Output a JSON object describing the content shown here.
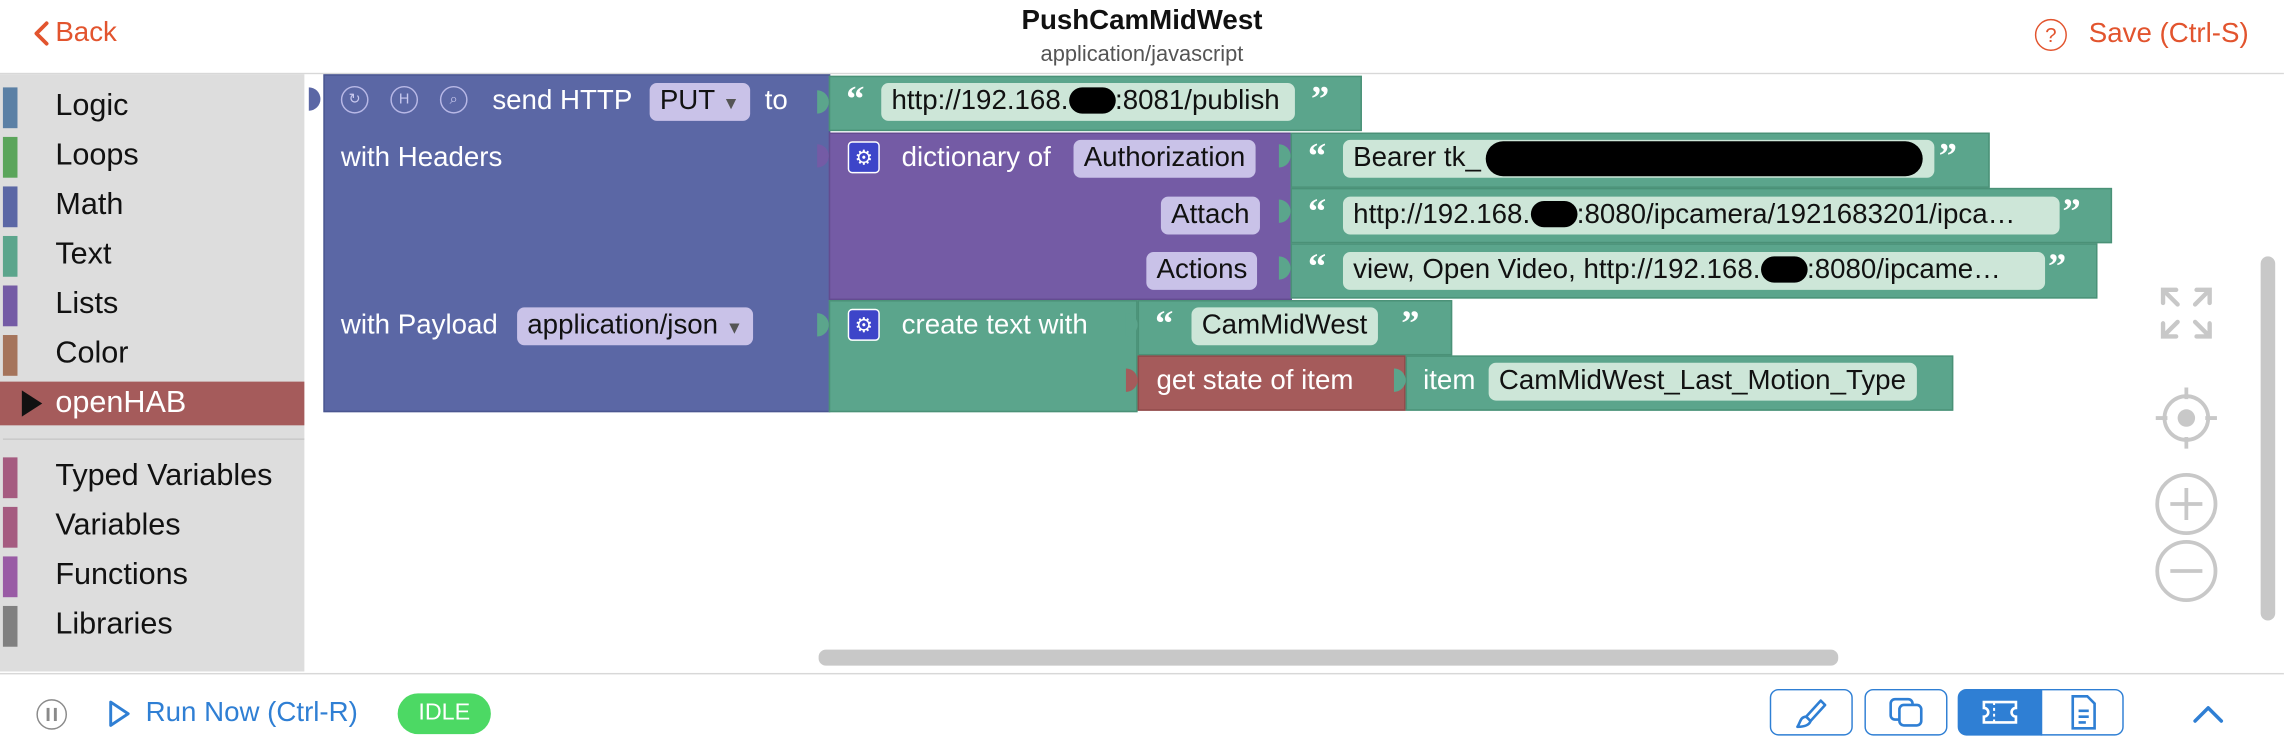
{
  "header": {
    "back_label": "Back",
    "title": "PushCamMidWest",
    "subtitle": "application/javascript",
    "save_label": "Save (Ctrl-S)",
    "help_glyph": "?"
  },
  "toolbox": {
    "categories": [
      {
        "label": "Logic",
        "color": "#5b80a5"
      },
      {
        "label": "Loops",
        "color": "#5ba55b"
      },
      {
        "label": "Math",
        "color": "#5b67a5"
      },
      {
        "label": "Text",
        "color": "#5ba58c"
      },
      {
        "label": "Lists",
        "color": "#745ba5"
      },
      {
        "label": "Color",
        "color": "#a5745b"
      },
      {
        "label": "openHAB",
        "color": "#a55b5b",
        "selected": true
      },
      {
        "label": "Typed Variables",
        "color": "#a55b80"
      },
      {
        "label": "Variables",
        "color": "#a55b80"
      },
      {
        "label": "Functions",
        "color": "#995ba5"
      },
      {
        "label": "Libraries",
        "color": "#808080"
      }
    ]
  },
  "blocks": {
    "http": {
      "send_label": "send HTTP",
      "method": "PUT",
      "to_label": "to",
      "url": "http://192.168.",
      "url_tail": ":8081/publish",
      "headers_label": "with Headers",
      "payload_label": "with Payload",
      "content_type": "application/json"
    },
    "dict": {
      "label": "dictionary of",
      "keys": [
        "Authorization",
        "Attach",
        "Actions"
      ],
      "values": [
        {
          "head": "Bearer tk_",
          "tail": ""
        },
        {
          "head": "http://192.168.",
          "tail": ":8080/ipcamera/1921683201/ipca…"
        },
        {
          "head": "view, Open Video, http://192.168.",
          "tail": ":8080/ipcame…"
        }
      ]
    },
    "create_text": {
      "label": "create text with",
      "text_value": "CamMidWest",
      "get_state_label": "get state of item",
      "item_label": "item",
      "item_name": "CamMidWest_Last_Motion_Type"
    }
  },
  "footer": {
    "run_label": "Run Now (Ctrl-R)",
    "status": "IDLE"
  },
  "colors": {
    "accent": "#e2542e",
    "link_blue": "#2f7fd4",
    "http_block": "#5b67a5",
    "text_block": "#5ba58c",
    "dict_block": "#745ba5",
    "openhab_block": "#a55b5b",
    "status_idle": "#4cd964"
  }
}
